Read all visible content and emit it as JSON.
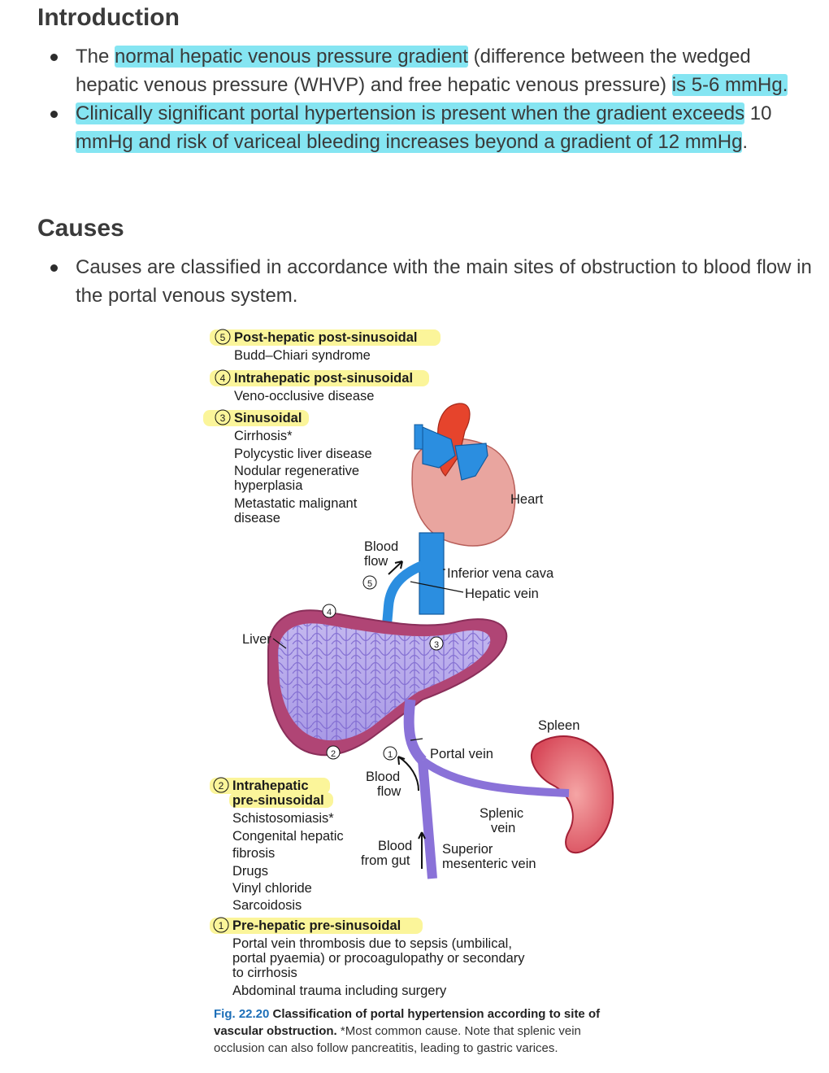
{
  "intro": {
    "heading": "Introduction",
    "b1_p1": "The",
    "b1_p2": "normal hepatic venous pressure gradient",
    "b1_p3": "(difference between the wedged hepatic venous pressure (WHVP) and free hepatic venous pressure)",
    "b1_p4": "is 5-6 mmHg.",
    "b2_p1": "Clinically significant portal hypertension is present when the gradient exceeds",
    "b2_p2": "10",
    "b2_p3": "mmHg and risk of variceal bleeding increases beyond a gradient of 12 mmHg",
    "b2_p4": "."
  },
  "causes": {
    "heading": "Causes",
    "b1": "Causes are classified in accordance with the main sites of obstruction to blood flow in the portal venous system."
  },
  "figure": {
    "c5_num": "5",
    "c5_title": "Post-hepatic post-sinusoidal",
    "c5_item": "Budd–Chiari syndrome",
    "c4_num": "4",
    "c4_title": "Intrahepatic post-sinusoidal",
    "c4_item": "Veno-occlusive disease",
    "c3_num": "3",
    "c3_title": "Sinusoidal",
    "c3_i1": "Cirrhosis*",
    "c3_i2": "Polycystic liver disease",
    "c3_i3": "Nodular regenerative",
    "c3_i4": "hyperplasia",
    "c3_i5": "Metastatic malignant",
    "c3_i6": "disease",
    "c2_num": "2",
    "c2_title1": "Intrahepatic",
    "c2_title2": "pre-sinusoidal",
    "c2_i1": "Schistosomiasis*",
    "c2_i2": "Congenital hepatic",
    "c2_i3": "fibrosis",
    "c2_i4": "Drugs",
    "c2_i5": "Vinyl chloride",
    "c2_i6": "Sarcoidosis",
    "c1_num": "1",
    "c1_title": "Pre-hepatic pre-sinusoidal",
    "c1_i1": "Portal vein thrombosis due to sepsis (umbilical,",
    "c1_i2": "portal pyaemia) or procoagulopathy or secondary",
    "c1_i3": "to cirrhosis",
    "c1_i4": "Abdominal trauma including surgery",
    "lbl_heart": "Heart",
    "lbl_blood": "Blood",
    "lbl_flow": "flow",
    "lbl_ivc": "Inferior vena cava",
    "lbl_hv": "Hepatic vein",
    "lbl_liver": "Liver",
    "lbl_spleen": "Spleen",
    "lbl_portal": "Portal vein",
    "lbl_splenic1": "Splenic",
    "lbl_splenic2": "vein",
    "lbl_fromgut": "from gut",
    "lbl_smv1": "Superior",
    "lbl_smv2": "mesenteric vein",
    "caption_num": "Fig. 22.20",
    "caption_title": "Classification of portal hypertension according to site of vascular obstruction.",
    "caption_note": "*Most common cause. Note that splenic vein occlusion can also follow pancreatitis, leading to gastric varices."
  },
  "colors": {
    "highlight_cyan": "#85e5f2",
    "highlight_yellow": "#fbf59a",
    "vein_blue": "#2b8ee0",
    "vein_purple": "#8a72d8",
    "liver_pink": "#c9577f",
    "heart_pink": "#e9a59f",
    "artery_red": "#e6442c",
    "caption_blue": "#1d6fb8"
  }
}
